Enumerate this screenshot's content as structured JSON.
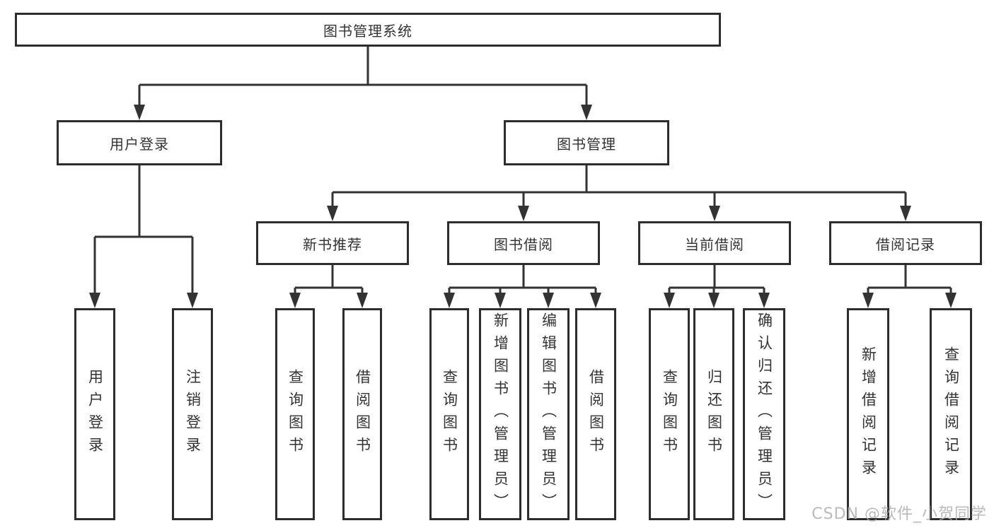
{
  "diagram": {
    "root": {
      "label": "图书管理系统",
      "children": [
        {
          "label": "用户登录",
          "children": [
            {
              "label": "用户登录"
            },
            {
              "label": "注销登录"
            }
          ]
        },
        {
          "label": "图书管理",
          "children": [
            {
              "label": "新书推荐",
              "children": [
                {
                  "label": "查询图书"
                },
                {
                  "label": "借阅图书"
                }
              ]
            },
            {
              "label": "图书借阅",
              "children": [
                {
                  "label": "查询图书"
                },
                {
                  "label": "新增图书（管理员）"
                },
                {
                  "label": "编辑图书（管理员）"
                },
                {
                  "label": "借阅图书"
                }
              ]
            },
            {
              "label": "当前借阅",
              "children": [
                {
                  "label": "查询图书"
                },
                {
                  "label": "归还图书"
                },
                {
                  "label": "确认归还（管理员）"
                }
              ]
            },
            {
              "label": "借阅记录",
              "children": [
                {
                  "label": "新增借阅记录"
                },
                {
                  "label": "查询借阅记录"
                }
              ]
            }
          ]
        }
      ]
    }
  },
  "watermark": "CSDN @软件_小贺同学",
  "colors": {
    "line": "#333333",
    "box_border": "#2d2d2d",
    "text": "#333333",
    "background": "#ffffff",
    "watermark": "#aeaeae"
  }
}
